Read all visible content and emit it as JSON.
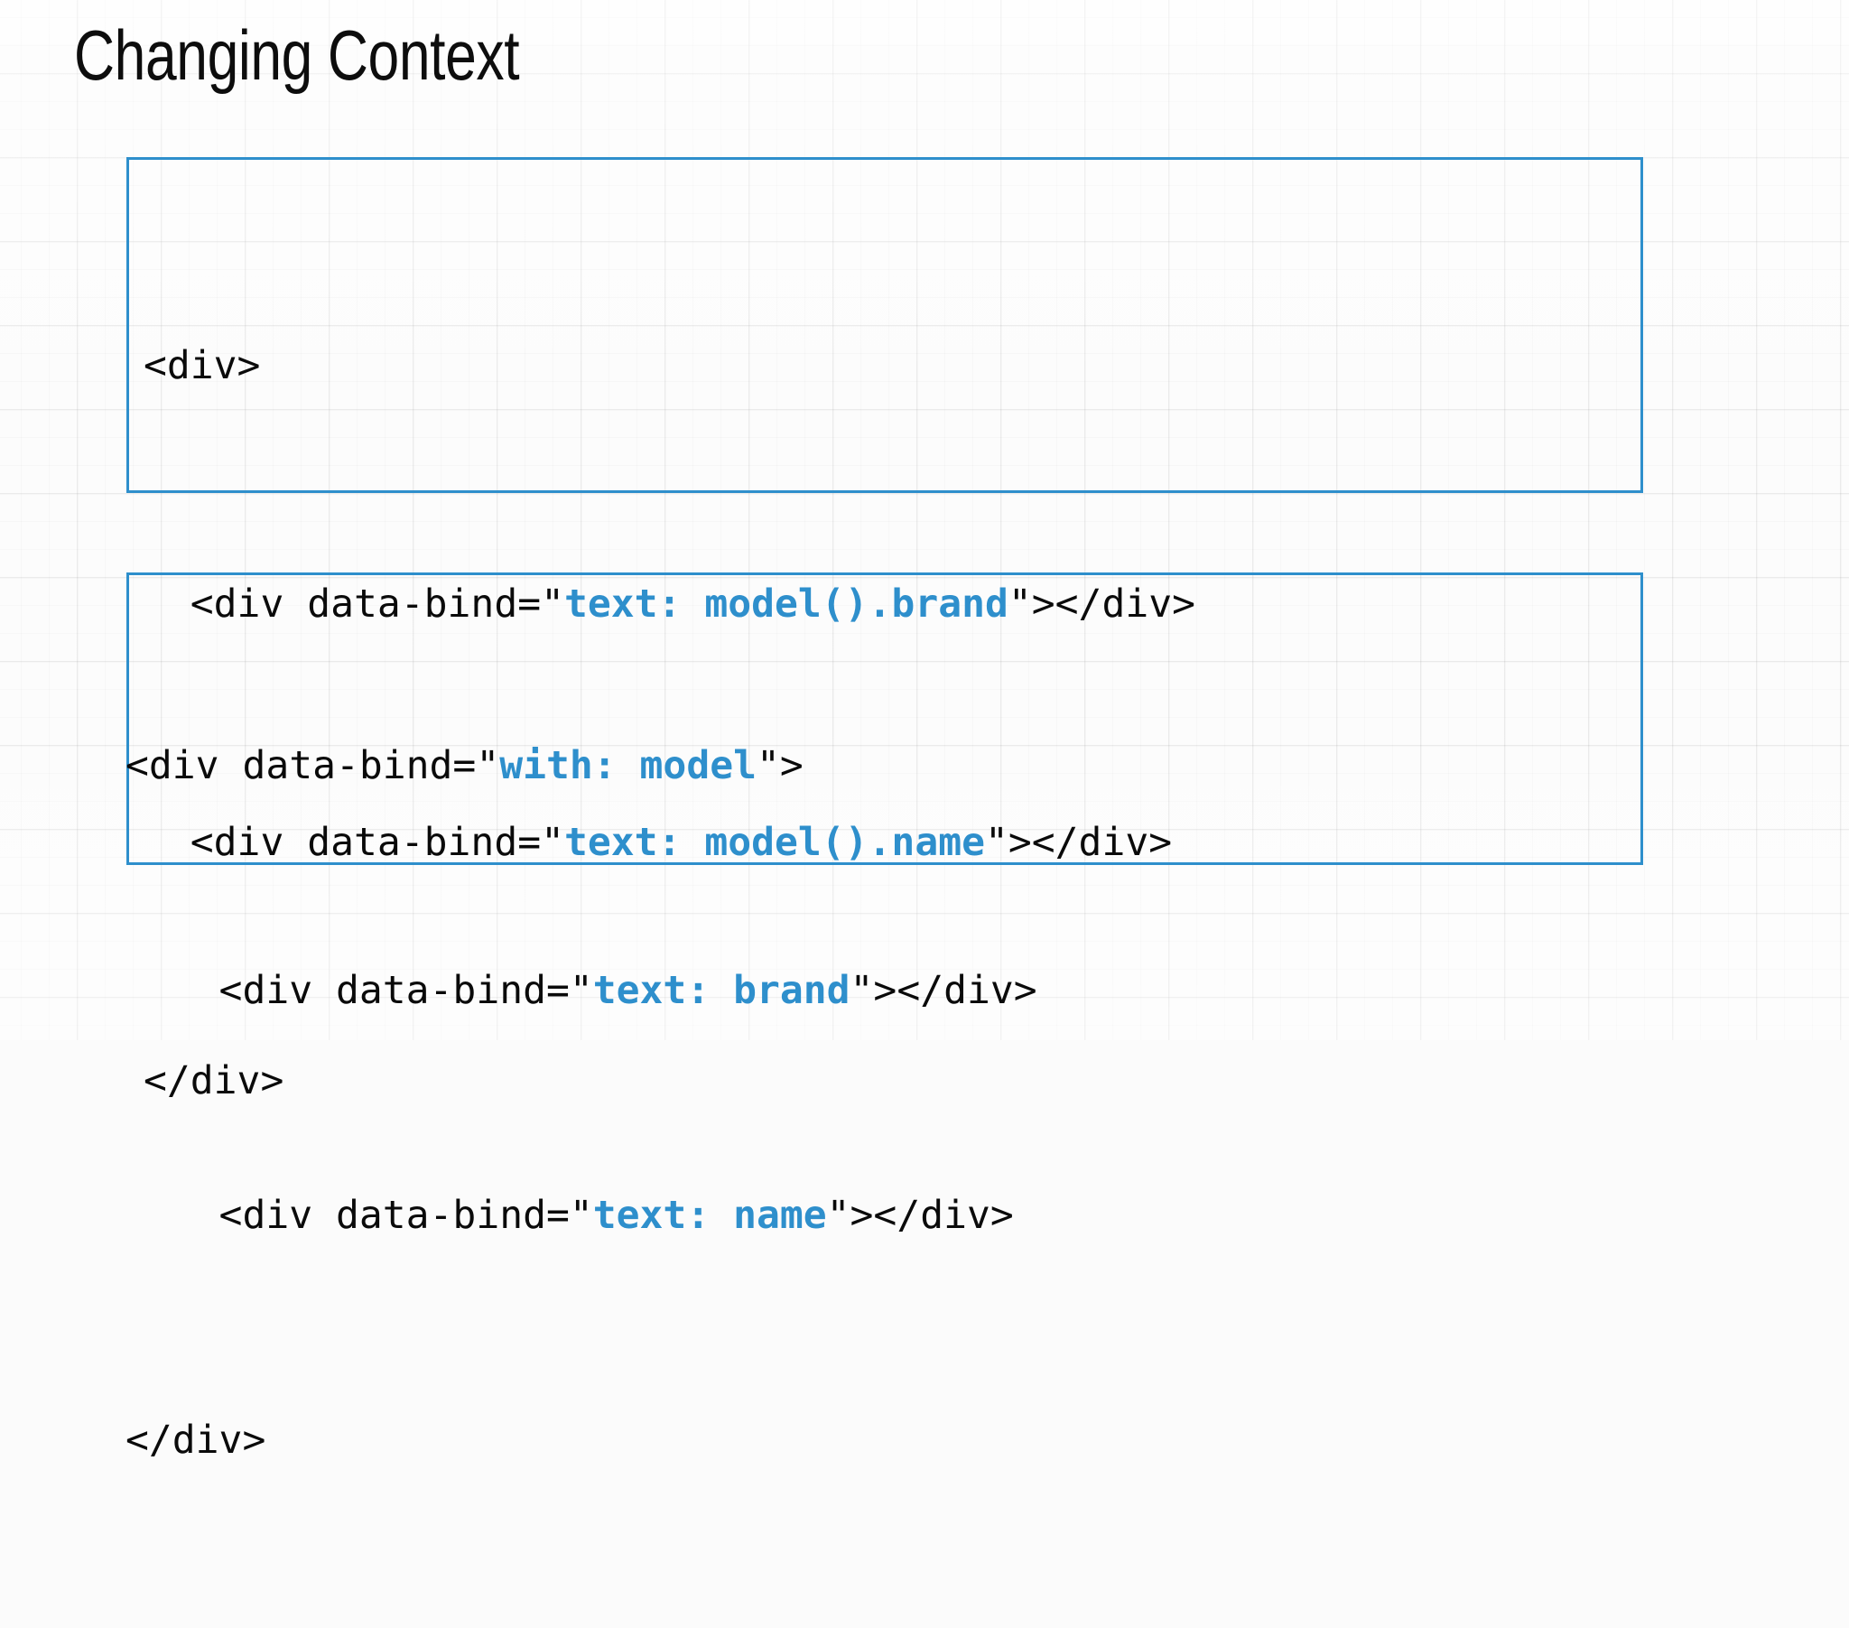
{
  "slide": {
    "title": "Changing Context",
    "background": {
      "style": "graph-paper",
      "paper_color": "#fcfcfc",
      "grid_line_color": "#e8e8e8"
    },
    "accent_color": "#2e8fcc",
    "code_text_color": "#0a0a0a"
  },
  "code_box_1": {
    "lines": [
      {
        "id": "b1l1",
        "segments": [
          {
            "text": "<div>",
            "color": "plain"
          }
        ]
      },
      {
        "id": "b1l2",
        "segments": [
          {
            "text": "  <div data-bind=\"",
            "color": "plain"
          },
          {
            "text": "text: model().brand",
            "color": "accent"
          },
          {
            "text": "\"></div>",
            "color": "plain"
          }
        ]
      },
      {
        "id": "b1l3",
        "segments": [
          {
            "text": "  <div data-bind=\"",
            "color": "plain"
          },
          {
            "text": "text: model().name",
            "color": "accent"
          },
          {
            "text": "\"></div>",
            "color": "plain"
          }
        ]
      },
      {
        "id": "b1l4",
        "segments": [
          {
            "text": "</div>",
            "color": "plain"
          }
        ]
      }
    ],
    "line_1_plain": "<div>",
    "line_2_pre": "  <div data-bind=\"",
    "line_2_binding": "text: model().brand",
    "line_2_post": "\"></div>",
    "line_3_pre": "  <div data-bind=\"",
    "line_3_binding": "text: model().name",
    "line_3_post": "\"></div>",
    "line_4_plain": "</div>"
  },
  "code_box_2": {
    "lines": [
      {
        "id": "b2l1",
        "segments": [
          {
            "text": "<div data-bind=\"",
            "color": "plain"
          },
          {
            "text": "with: model",
            "color": "accent"
          },
          {
            "text": "\">",
            "color": "plain"
          }
        ]
      },
      {
        "id": "b2l2",
        "segments": [
          {
            "text": "    <div data-bind=\"",
            "color": "plain"
          },
          {
            "text": "text: brand",
            "color": "accent"
          },
          {
            "text": "\"></div>",
            "color": "plain"
          }
        ]
      },
      {
        "id": "b2l3",
        "segments": [
          {
            "text": "    <div data-bind=\"",
            "color": "plain"
          },
          {
            "text": "text: name",
            "color": "accent"
          },
          {
            "text": "\"></div>",
            "color": "plain"
          }
        ]
      },
      {
        "id": "b2l4",
        "segments": [
          {
            "text": "</div>",
            "color": "plain"
          }
        ]
      }
    ],
    "line_1_pre": "<div data-bind=\"",
    "line_1_binding": "with: model",
    "line_1_post": "\">",
    "line_2_pre": "    <div data-bind=\"",
    "line_2_binding": "text: brand",
    "line_2_post": "\"></div>",
    "line_3_pre": "    <div data-bind=\"",
    "line_3_binding": "text: name",
    "line_3_post": "\"></div>",
    "line_4_plain": "</div>"
  }
}
